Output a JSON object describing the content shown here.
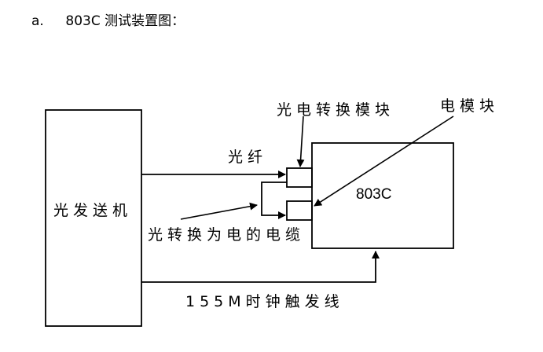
{
  "caption": {
    "marker": "a.",
    "text": "803C 测试装置图："
  },
  "diagram": {
    "transmitter_label": "光发送机",
    "device_label": "803C",
    "fiber_label": "光纤",
    "oe_module_label": "光电转换模块",
    "e_module_label": "电模块",
    "cable_label": "光转换为电的电缆",
    "trigger_label": "155M时钟触发线"
  }
}
